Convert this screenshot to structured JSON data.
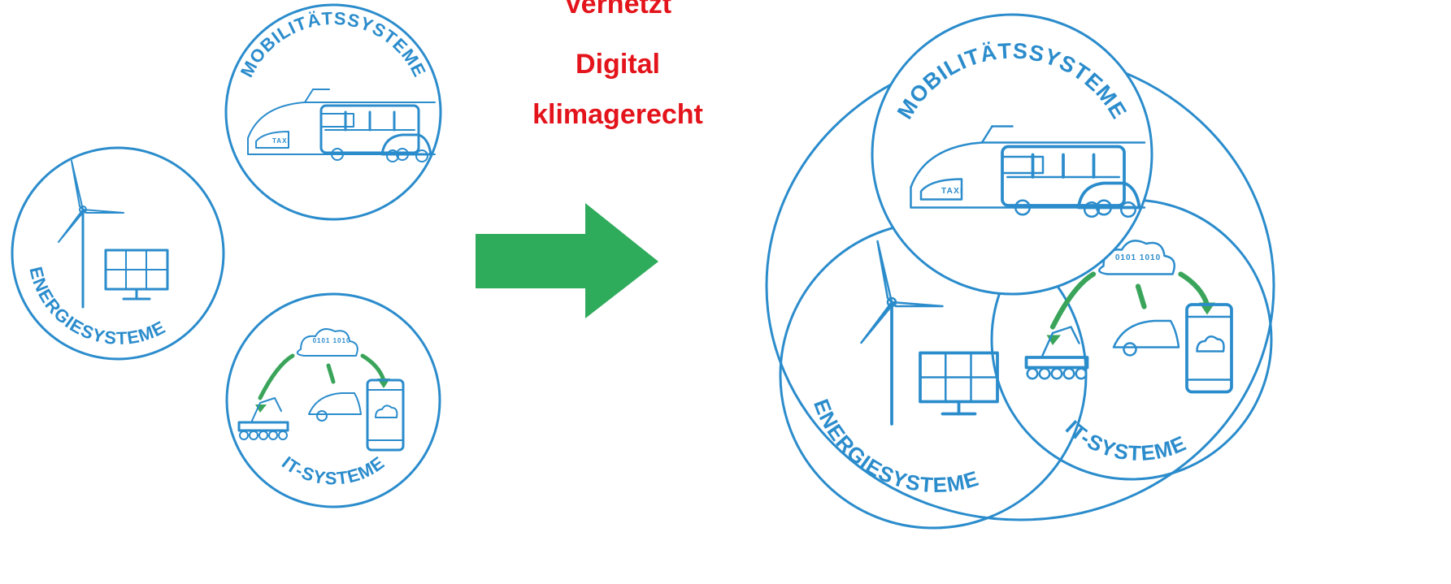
{
  "headline": {
    "line1": "Vernetzt",
    "line2": "Digital",
    "line3": "klimagerecht"
  },
  "left": {
    "mobility_label": "MOBILITÄTSSYSTEME",
    "energy_label": "ENERGIESYSTEME",
    "it_label": "IT-SYSTEME",
    "cloud_text": "0101 1010"
  },
  "right": {
    "mobility_label": "MOBILITÄTSSYSTEME",
    "energy_label": "ENERGIESYSTEME",
    "it_label": "IT-SYSTEME",
    "cloud_text": "0101 1010"
  },
  "colors": {
    "outline": "#2b8ccc",
    "arrow": "#2fab5c",
    "headline": "#e3141b",
    "cycle_arrows": "#3aa55a"
  }
}
